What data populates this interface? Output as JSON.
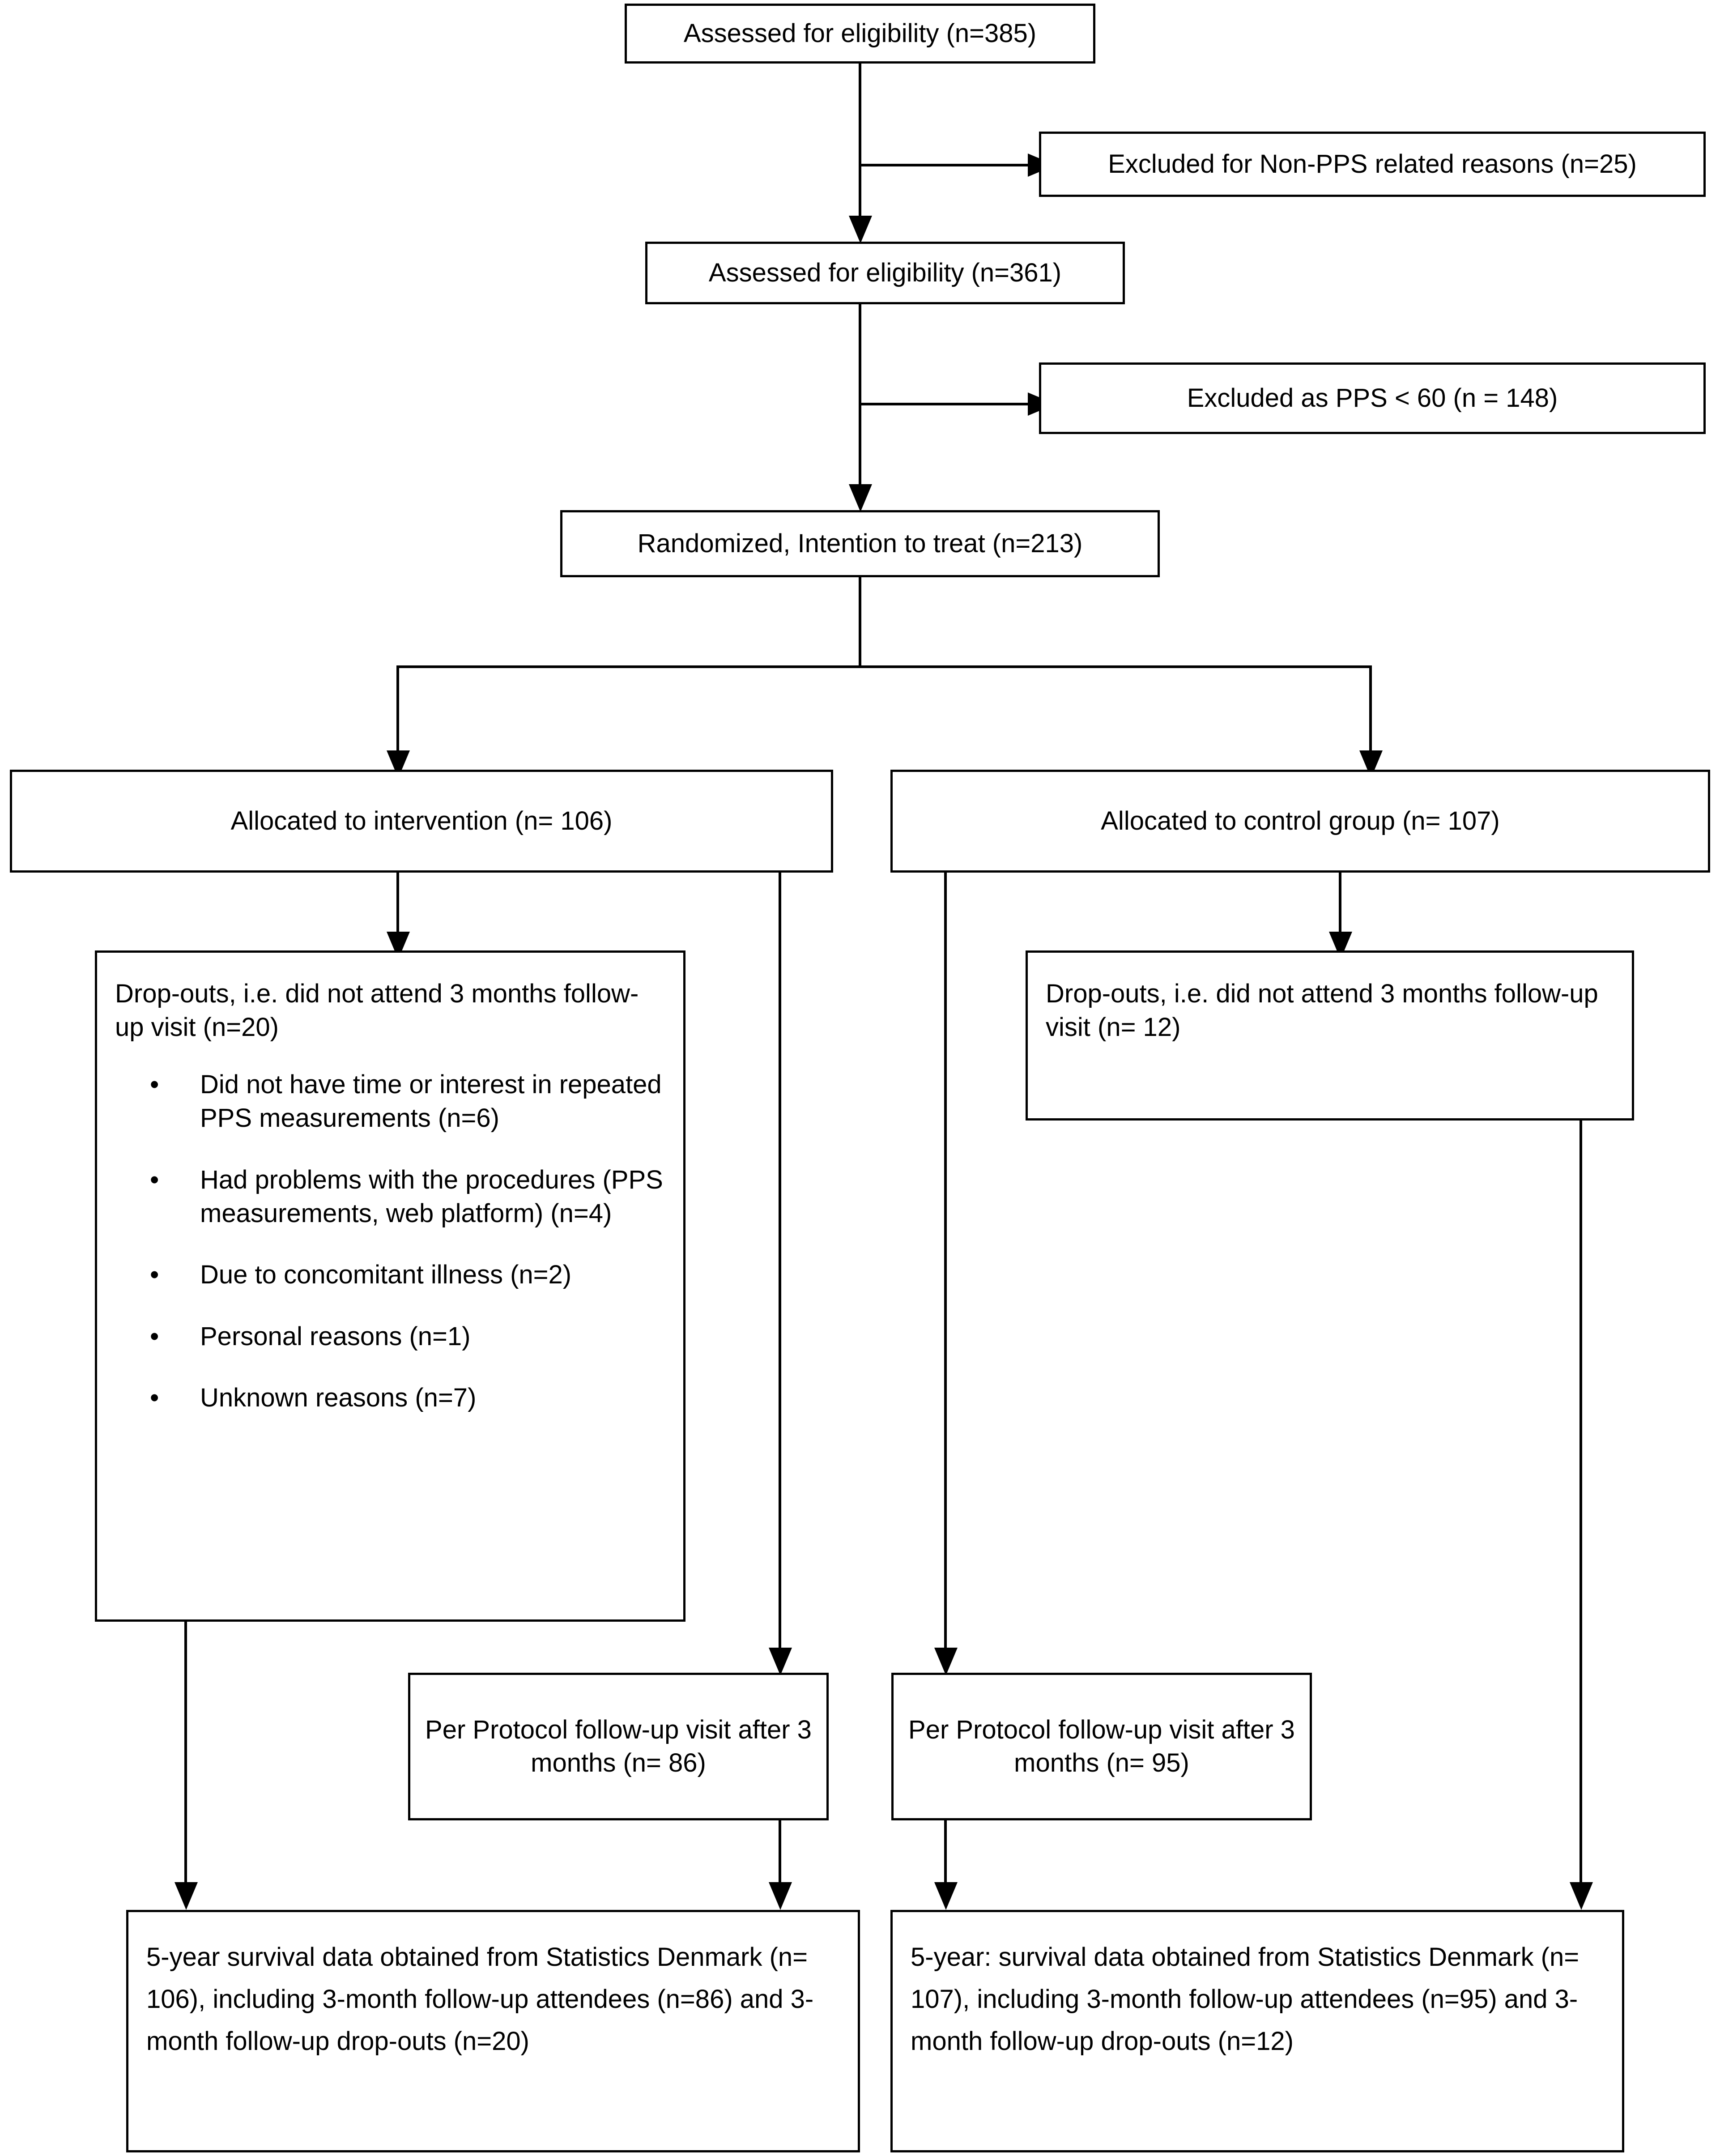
{
  "diagram": {
    "title": "CONSORT participant flow diagram",
    "colors": {
      "box_border": "#000000",
      "box_fill": "#ffffff",
      "connector": "#000000",
      "text": "#000000"
    },
    "nodes": {
      "assessed_1": "Assessed for eligibility (n=385)",
      "excluded_1": "Excluded for Non-PPS related reasons (n=25)",
      "assessed_2": "Assessed for eligibility (n=361)",
      "excluded_2": "Excluded as PPS < 60 (n = 148)",
      "randomized": "Randomized, Intention to treat (n=213)",
      "allocated_intervention": "Allocated to intervention (n= 106)",
      "allocated_control": "Allocated to control group (n= 107)",
      "dropouts_intervention_head": "Drop-outs, i.e. did not attend 3 months follow-up visit (n=20)",
      "dropouts_control_head": "Drop-outs, i.e. did not attend 3 months follow-up visit (n= 12)",
      "per_protocol_intervention": "Per Protocol follow-up visit after 3 months (n= 86)",
      "per_protocol_control": "Per Protocol follow-up visit after 3 months (n= 95)",
      "survival_intervention": "5-year survival data obtained from Statistics Denmark (n= 106), including 3-month follow-up attendees (n=86) and 3-month follow-up drop-outs (n=20)",
      "survival_control": "5-year: survival data obtained from Statistics Denmark (n= 107), including 3-month follow-up attendees (n=95) and 3-month follow-up drop-outs (n=12)"
    },
    "dropout_reasons_intervention": [
      {
        "bullet": "•",
        "text": "Did not have time or interest in repeated PPS measurements (n=6)"
      },
      {
        "bullet": "•",
        "text": "Had problems with the procedures (PPS measurements, web platform) (n=4)"
      },
      {
        "bullet": "•",
        "text": "Due to concomitant illness (n=2)"
      },
      {
        "bullet": "•",
        "text": "Personal reasons (n=1)"
      },
      {
        "bullet": "•",
        "text": "Unknown reasons (n=7)"
      }
    ],
    "flow_counts": {
      "assessed_initial": 385,
      "excluded_non_pps": 25,
      "assessed_after_exclusion": 361,
      "excluded_pps_below_60": 148,
      "randomized_itt": 213,
      "intervention_allocated": 106,
      "control_allocated": 107,
      "intervention_dropouts": 20,
      "control_dropouts": 12,
      "intervention_per_protocol": 86,
      "control_per_protocol": 95,
      "intervention_survival": 106,
      "control_survival": 107
    }
  }
}
